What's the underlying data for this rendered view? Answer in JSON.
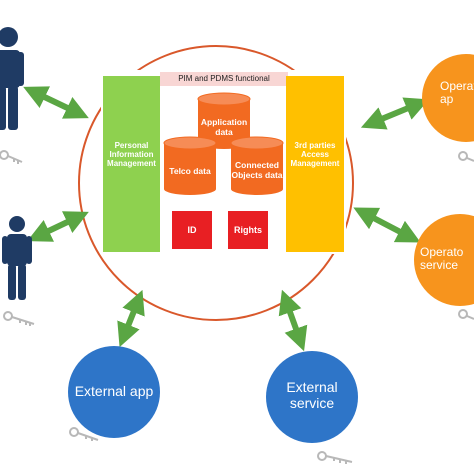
{
  "colors": {
    "orange": "#f7941d",
    "cylinder_orange": "#f26a21",
    "green_arrow": "#5aa643",
    "green_bar": "#8ed14f",
    "yellow_bar": "#ffc000",
    "red_box": "#e81f23",
    "blue_circle": "#2e75c8",
    "person": "#1f3b64",
    "circle_outline": "#d9582b",
    "header_fill": "#f8d6d4",
    "key": "#b8b8b8"
  },
  "icons": [
    "person-icon",
    "key-icon"
  ],
  "core": {
    "header": "PIM and PDMS functional",
    "left_bar": "Personal Information Management",
    "right_bar": "3rd parties Access Management",
    "databases": {
      "application": "Application data",
      "telco": "Telco data",
      "connected": "Connected Objects data"
    },
    "boxes": {
      "id": "ID",
      "rights": "Rights"
    }
  },
  "external": {
    "app": "External app",
    "service": "External service"
  },
  "operators": {
    "app": "Operato\nap",
    "service": "Operato\nservice"
  }
}
